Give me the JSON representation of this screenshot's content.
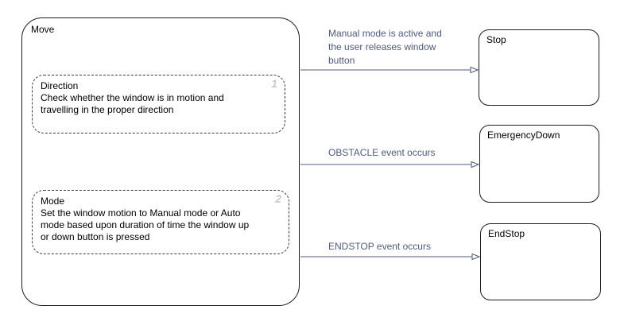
{
  "colors": {
    "background": "#ffffff",
    "state_border": "#1c1c1c",
    "transition_line": "#4f5a7e",
    "transition_label_text": "#4f5a7e",
    "substate_number_gray": "#c9c9c9"
  },
  "states": {
    "move": {
      "title": "Move"
    },
    "direction": {
      "number": "1",
      "title": "Direction",
      "desc_lines": [
        "Check whether the window is in motion and",
        "travelling in the proper direction"
      ]
    },
    "mode": {
      "number": "2",
      "title": "Mode",
      "desc_lines": [
        "Set the window motion to Manual mode or Auto",
        "mode based upon duration of time the window up",
        "or down button is pressed"
      ]
    },
    "stop": {
      "title": "Stop"
    },
    "emergency_down": {
      "title": "EmergencyDown"
    },
    "end_stop": {
      "title": "EndStop"
    }
  },
  "transitions": [
    {
      "from": "Move",
      "to": "Stop",
      "label_lines": [
        "Manual mode is active and",
        "the user releases window",
        "button"
      ]
    },
    {
      "from": "Move",
      "to": "EmergencyDown",
      "label_lines": [
        "OBSTACLE event occurs"
      ]
    },
    {
      "from": "Move",
      "to": "EndStop",
      "label_lines": [
        "ENDSTOP event occurs"
      ]
    }
  ]
}
